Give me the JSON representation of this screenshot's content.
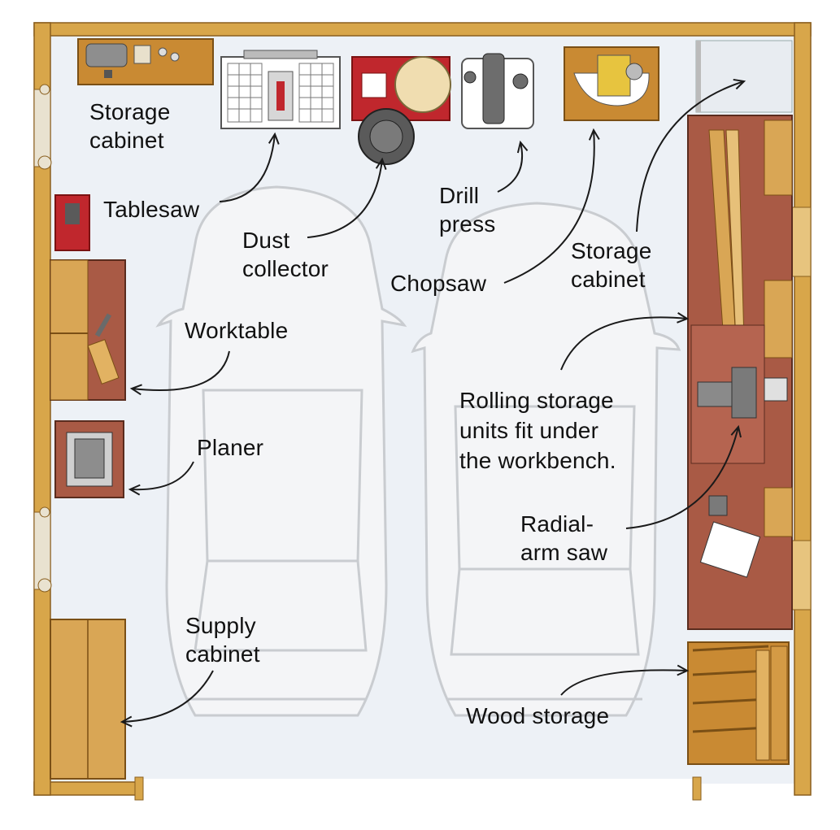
{
  "labels": {
    "storage_cabinet_top_left": "Storage\ncabinet",
    "tablesaw": "Tablesaw",
    "dust_collector": "Dust\ncollector",
    "drill_press": "Drill\npress",
    "chopsaw": "Chopsaw",
    "storage_cabinet_right": "Storage\ncabinet",
    "worktable": "Worktable",
    "rolling_storage": "Rolling storage\nunits fit under\nthe workbench.",
    "planer": "Planer",
    "radial_arm_saw": "Radial-\narm saw",
    "supply_cabinet": "Supply\ncabinet",
    "wood_storage": "Wood storage"
  },
  "colors": {
    "wall": "#d8a64a",
    "floor": "#edf1f6",
    "cabinet_wood": "#c98a33",
    "workbench": "#a95a45",
    "machine_red": "#c0272d",
    "car_outline": "#c9ccd0",
    "arrow": "#1a1a1a"
  }
}
